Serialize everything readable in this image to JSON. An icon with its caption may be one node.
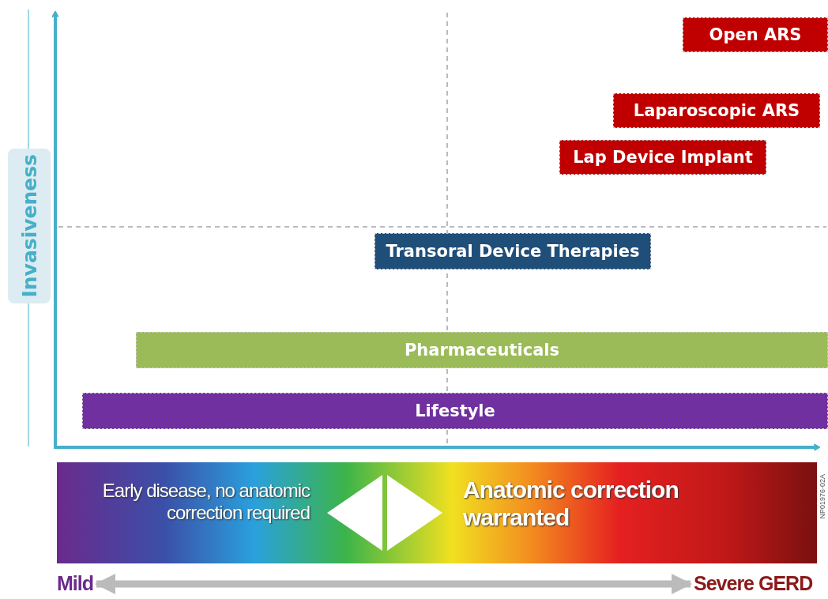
{
  "diagram": {
    "nodes": [
      {
        "text": [
          "Open ARS"
        ]
      },
      {
        "text": [
          "Laparoscopic ARS"
        ]
      },
      {
        "text": [
          "Lap Device Implant"
        ]
      },
      {
        "text": [
          "Transoral Device Therapies"
        ]
      },
      {
        "text": [
          "Pharmaceuticals"
        ]
      },
      {
        "text": [
          "Lifestyle"
        ]
      },
      {
        "text": [
          "Early disease, no anatomic correction required",
          "Anatomic correction warranted"
        ]
      },
      {
        "text": [
          "Mild"
        ]
      },
      {
        "text": [
          "Severe GERD"
        ]
      }
    ],
    "edges": [
      {
        "from": 7,
        "to": 8,
        "arrow": "both"
      }
    ],
    "labels": [
      "Invasiveness",
      "NP01976-02A"
    ]
  }
}
